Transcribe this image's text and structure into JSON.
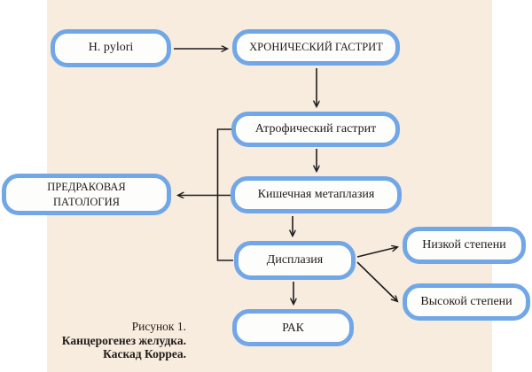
{
  "figure": {
    "nodes": {
      "h_pylori": "H. pylori",
      "chronic_gastritis": "ХРОНИЧЕСКИЙ ГАСТРИТ",
      "atrophic_gastritis": "Атрофический гастрит",
      "intestinal_metaplasia": "Кишечная метаплазия",
      "precancerous_line1": "ПРЕДРАКОВАЯ",
      "precancerous_line2": "ПАТОЛОГИЯ",
      "dysplasia": "Дисплазия",
      "low_grade": "Низкой степени",
      "high_grade": "Высокой степени",
      "cancer": "РАК"
    },
    "edges": [
      {
        "from": "H. pylori",
        "to": "ХРОНИЧЕСКИЙ ГАСТРИТ",
        "style": "arrow"
      },
      {
        "from": "ХРОНИЧЕСКИЙ ГАСТРИТ",
        "to": "Атрофический гастрит",
        "style": "arrow"
      },
      {
        "from": "Атрофический гастрит",
        "to": "Кишечная метаплазия",
        "style": "arrow"
      },
      {
        "from": "Кишечная метаплазия",
        "to": "Дисплазия",
        "style": "arrow"
      },
      {
        "from": "Дисплазия",
        "to": "РАК",
        "style": "arrow"
      },
      {
        "from": "Дисплазия",
        "to": "Низкой степени",
        "style": "arrow"
      },
      {
        "from": "Дисплазия",
        "to": "Высокой степени",
        "style": "arrow"
      },
      {
        "from": "Атрофический гастрит, Кишечная метаплазия, Дисплазия",
        "to": "ПРЕДРАКОВАЯ ПАТОЛОГИЯ",
        "style": "bracket-arrow"
      }
    ],
    "caption": {
      "line1": "Рисунок 1.",
      "line2": "Канцерогенез желудка.",
      "line3": "Каскад Корреа."
    },
    "colors": {
      "canvas": "#ffffff",
      "panel_background": "#f8ecdf",
      "node_border": "#72a7e7",
      "node_fill": "#fdfdfc",
      "connector": "#1d1d1d",
      "text": "#211c18"
    }
  }
}
